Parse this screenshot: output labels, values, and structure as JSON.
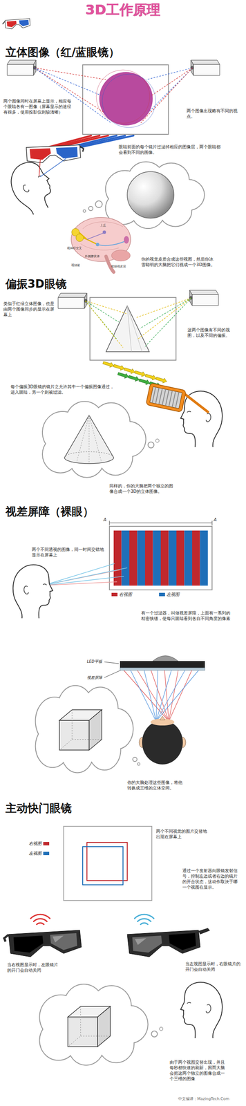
{
  "diagram": {
    "title": "3D工作原理",
    "labels": [
      "立体图像（红/蓝眼镜）",
      "两个图像同时在屏幕上显示，相应每个眼睛各有一图像（屏幕显示的途径有很多，使用投影仪则较清晰）",
      "两个图像出现略有不同的视点。",
      "眼睛前面的每个镜片过滤掉相应的图像层，两个眼睛都会看到不同的图像。",
      "上丘",
      "视神经交叉",
      "外侧膝状体",
      "视辐射",
      "初级视皮层",
      "你的视觉皮质合成这些视图，然后你冰雪聪明的大脑把它们视成一个3D图像。",
      "偏振3D眼镜",
      "类似于红绿立体图像，也是由两个图像同步的显示在屏幕上",
      "这两个图像有不同的视图，以及不同的偏振。",
      "每个偏振3D眼镜的镜片之允许其中一个偏振图像通过，进入眼睛，另一个则被过滤。",
      "同样的，你的大脑把两个独立的图像合成一个3D的立体图像。",
      "视差屏障（裸眼）",
      "A",
      "A",
      "两个不同透视的图像，同一时间交错地显示在屏幕上",
      "有一个过滤器，叫做视差屏障，上面有一系列的精密狭缝，使每只眼睛看到各自不同角度的像素",
      "LED平板",
      "视差屏障",
      "你的大脑处理这些图像，将他转换成三维的立体空间。",
      "主动快门眼镜",
      "两个不同视觉的图片交替地出现在屏幕上",
      "通过一个发射器向眼镜发射信号，控制左边或者右边的镜片的开合状态，这动作取决于哪一个视图在显示。",
      "当右视图显示时，左眼镜片的开门会自动关闭",
      "当左视图显示时，右眼镜片的开门会自动关闭",
      "由于两个视图交替出现，并且每秒都快速的刷新，因而大脑会把这两个独立的图像合成一个三维的图像",
      "中文编译：MazingTech.Com"
    ],
    "legend": [
      {
        "text": "右视图",
        "color": "#c0282d"
      },
      {
        "text": "左视图",
        "color": "#1f6fb8"
      },
      {
        "text": "右视图",
        "color": "#c0282d"
      },
      {
        "text": "左视图",
        "color": "#1f6fb8"
      }
    ]
  }
}
